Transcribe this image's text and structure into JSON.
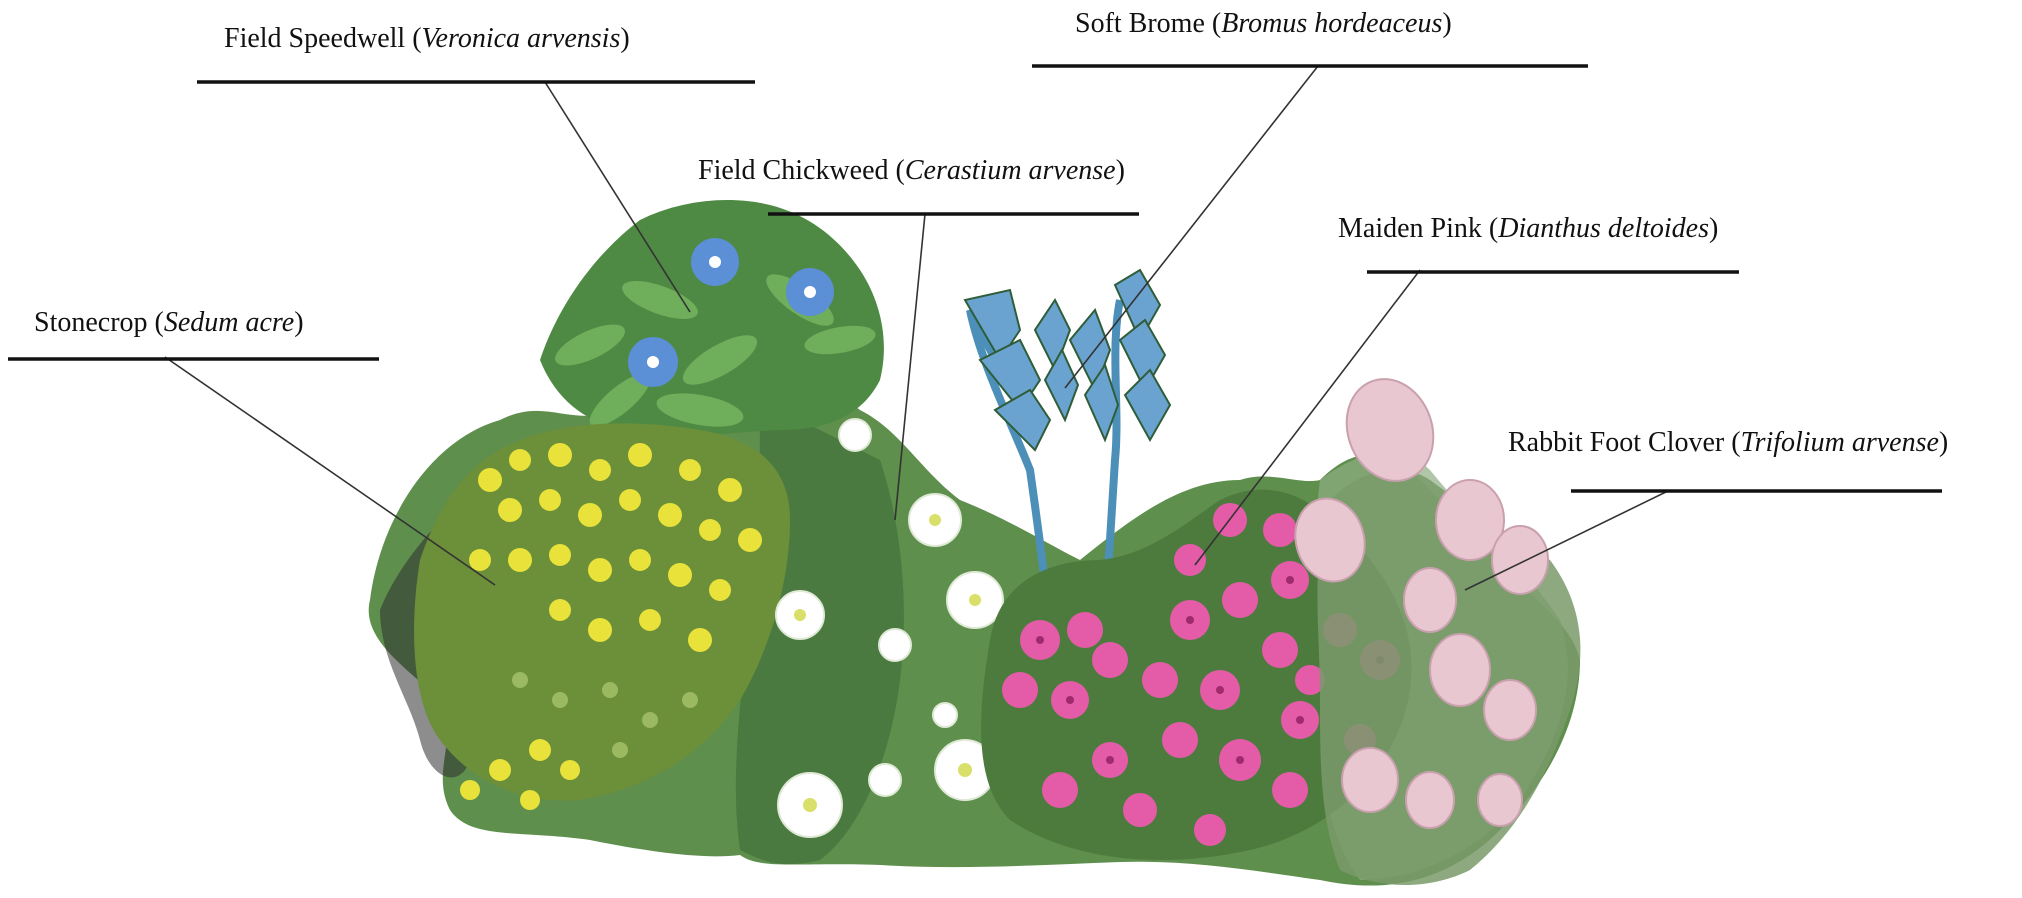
{
  "labels": [
    {
      "id": "speedwell",
      "common": "Field Speedwell",
      "latin": "Veronica arvensis"
    },
    {
      "id": "brome",
      "common": "Soft Brome",
      "latin": "Bromus hordeaceus"
    },
    {
      "id": "chickweed",
      "common": "Field Chickweed",
      "latin": "Cerastium arvense"
    },
    {
      "id": "pink",
      "common": "Maiden Pink",
      "latin": "Dianthus deltoides"
    },
    {
      "id": "stonecrop",
      "common": "Stonecrop",
      "latin": "Sedum acre"
    },
    {
      "id": "clover",
      "common": "Rabbit Foot Clover",
      "latin": "Trifolium arvense"
    }
  ],
  "colors": {
    "text": "#111111",
    "leader_line": "#333333",
    "underline": "#111111",
    "sedum_flower": "#e8e23a",
    "speedwell_flower": "#5b8fd6",
    "chickweed_flower": "#ffffff",
    "pink_flower": "#e45ba8",
    "brome_leaf": "#6aa3cf",
    "clover_head": "#e8c7d0",
    "foliage_dark": "#3e6b3a",
    "foliage_mid": "#5e8f4d"
  }
}
